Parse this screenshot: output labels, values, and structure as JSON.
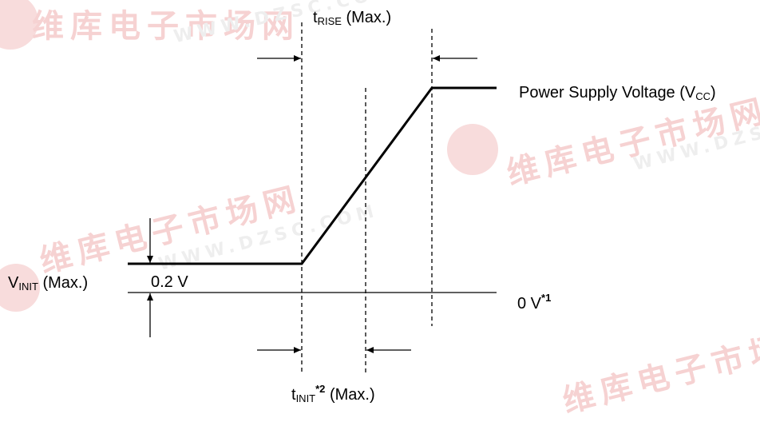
{
  "labels": {
    "t_rise": {
      "main": "t",
      "sub": "RISE",
      "tail": " (Max.)"
    },
    "supply": {
      "main": "Power Supply Voltage (V",
      "sub": "CC",
      "tail": ")"
    },
    "v_init": {
      "main": "V",
      "sub": "INIT",
      "tail": " (Max.)"
    },
    "v_level": "0.2 V",
    "zero": {
      "main": "0 V",
      "sup": "*1"
    },
    "t_init": {
      "main": "t",
      "sub": "INIT",
      "sup": "*2",
      "tail": " (Max.)"
    }
  },
  "watermark": {
    "text": "维库电子市场网",
    "url": "WWW.DZSC.COM"
  },
  "colors": {
    "line": "#000000",
    "watermark": "#f6d2d2"
  }
}
